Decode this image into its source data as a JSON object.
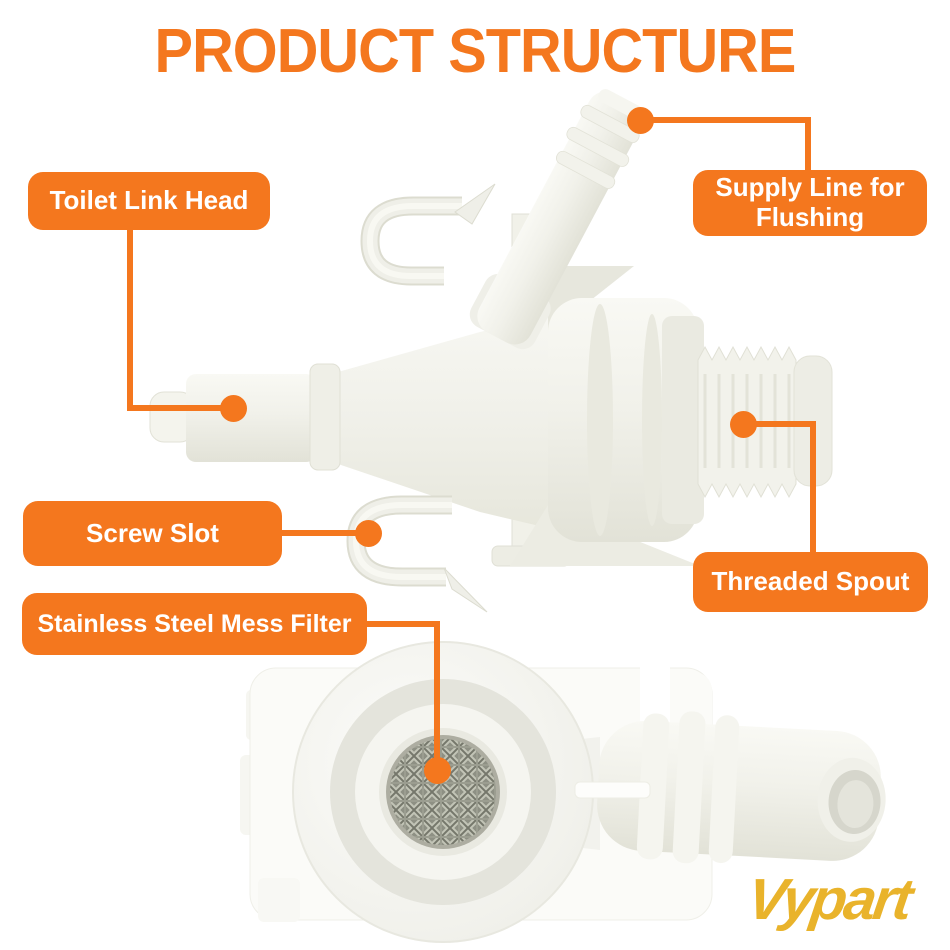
{
  "title": "PRODUCT STRUCTURE",
  "colors": {
    "accent": "#F4771E",
    "label_text": "#FFFFFF",
    "logo": "#E9B32B"
  },
  "brand": {
    "logo_text": "Vypart"
  },
  "labels": {
    "toilet_link_head": "Toilet Link Head",
    "supply_line": "Supply Line for Flushing",
    "screw_slot": "Screw Slot",
    "threaded_spout": "Threaded Spout",
    "mesh_filter": "Stainless Steel Mess Filter"
  }
}
